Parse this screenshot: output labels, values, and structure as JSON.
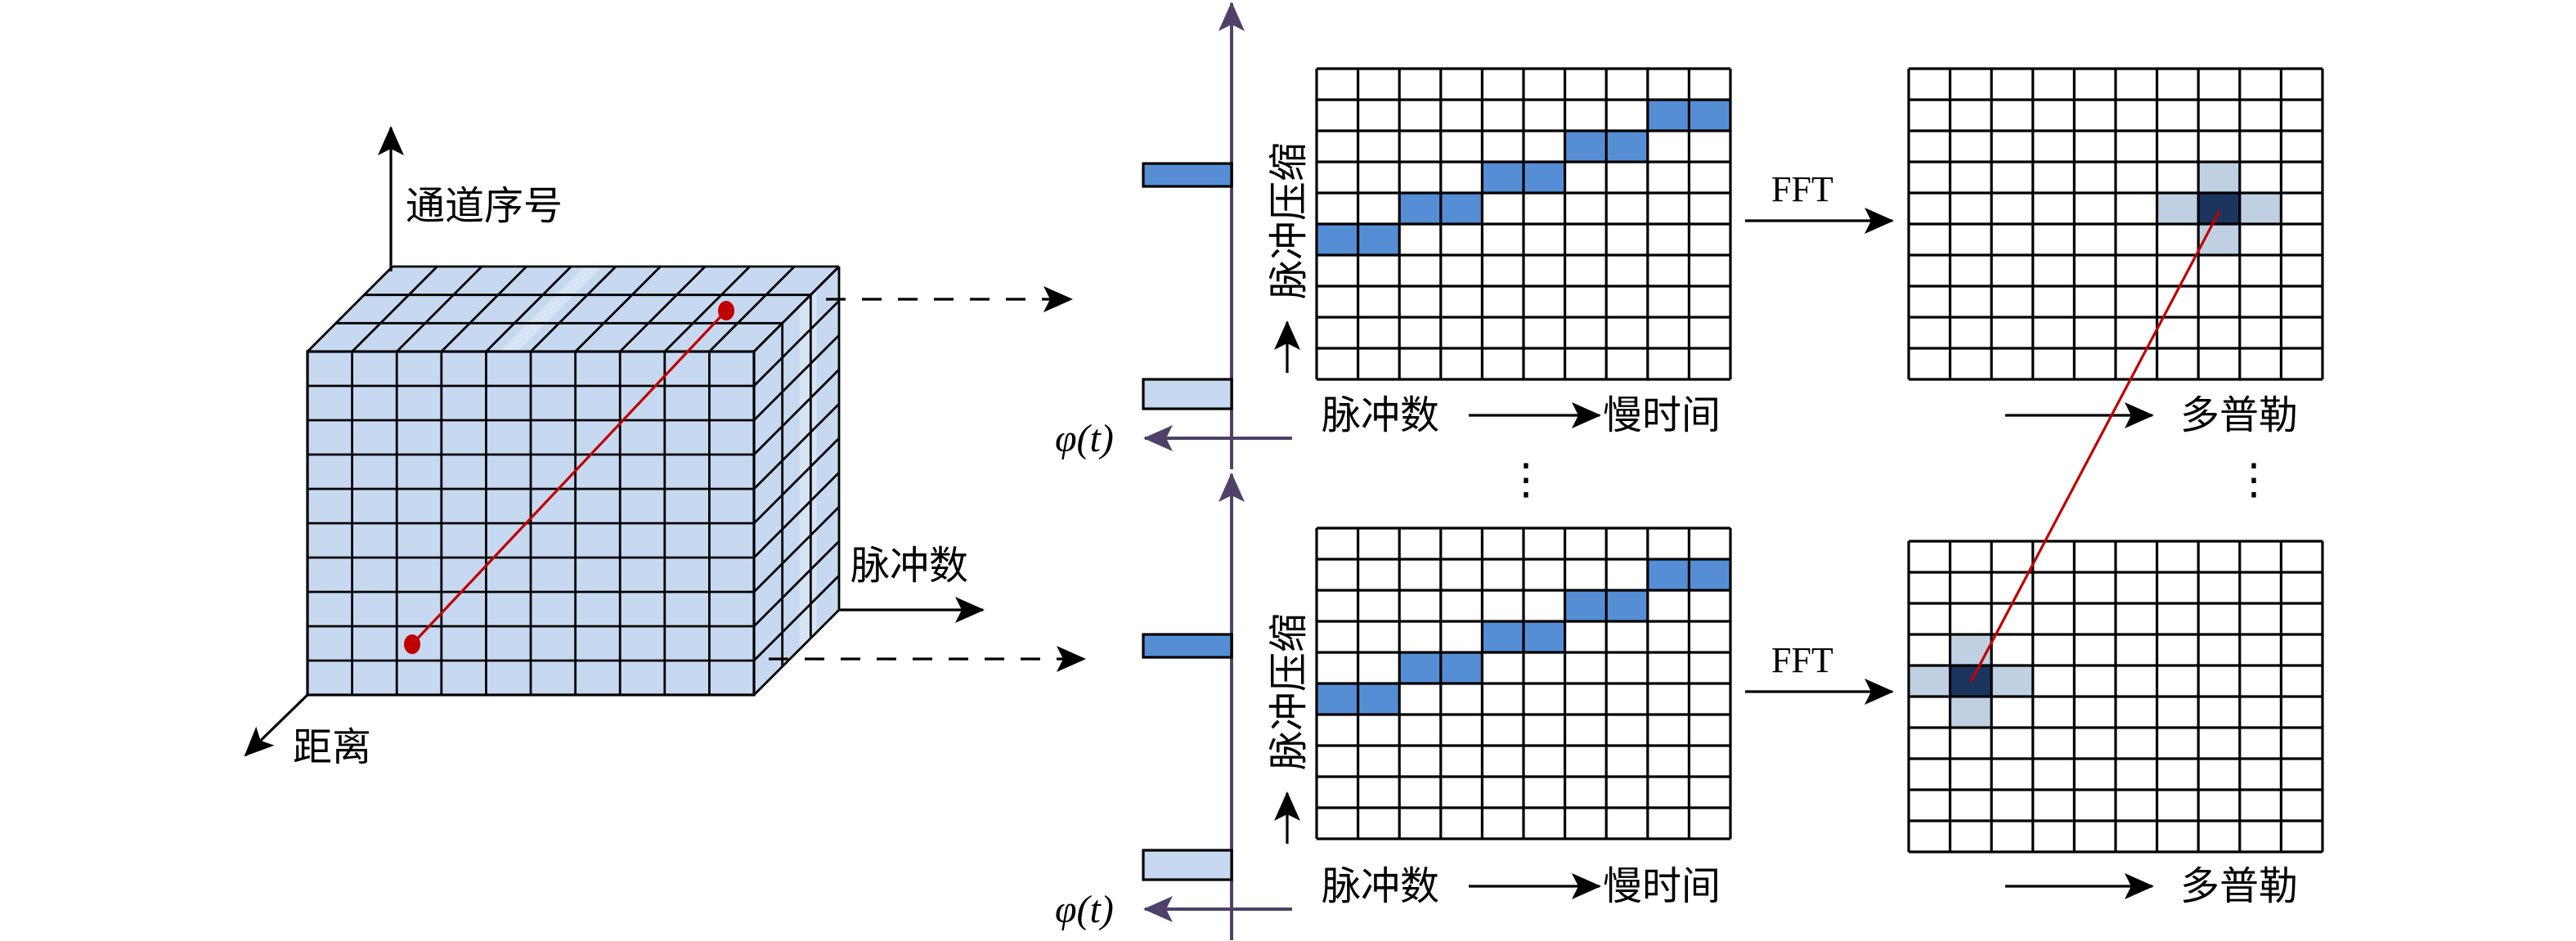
{
  "colors": {
    "cube_fill": "#c6d9f0",
    "cube_highlight": "#d6e4f5",
    "pulse_cell": "#558ed5",
    "doppler_peak": "#1c355e",
    "doppler_side": "#bed0e2",
    "target_line": "#c00000",
    "phase_axis": "#4f4169",
    "phase_bar_strong": "#558ed5",
    "phase_bar_weak": "#c6d9f0",
    "grid_line": "#000000"
  },
  "cube": {
    "rows": 10,
    "cols": 10,
    "depth": 3,
    "axis_channel_label": "通道序号",
    "axis_pulse_label": "脉冲数",
    "axis_range_label": "距离"
  },
  "blocks": [
    {
      "id": "top",
      "phase_axis_label": "φ(t)",
      "range_compress_label": "脉冲压缩",
      "pulse_label": "脉冲数",
      "slow_time_label": "慢时间",
      "fft_label": "FFT",
      "doppler_label": "多普勒",
      "pulse_matrix": {
        "rows": 10,
        "cols": 10,
        "highlighted": [
          [
            1,
            8
          ],
          [
            1,
            9
          ],
          [
            2,
            6
          ],
          [
            2,
            7
          ],
          [
            3,
            4
          ],
          [
            3,
            5
          ],
          [
            4,
            2
          ],
          [
            4,
            3
          ],
          [
            5,
            0
          ],
          [
            5,
            1
          ]
        ]
      },
      "doppler_matrix": {
        "rows": 10,
        "cols": 10,
        "peak": [
          4,
          7
        ],
        "sidelobes": [
          [
            3,
            7
          ],
          [
            5,
            7
          ],
          [
            4,
            6
          ],
          [
            4,
            8
          ]
        ]
      },
      "phase_bars": [
        "strong",
        "weak"
      ]
    },
    {
      "id": "bottom",
      "phase_axis_label": "φ(t)",
      "range_compress_label": "脉冲压缩",
      "pulse_label": "脉冲数",
      "slow_time_label": "慢时间",
      "fft_label": "FFT",
      "doppler_label": "多普勒",
      "pulse_matrix": {
        "rows": 10,
        "cols": 10,
        "highlighted": [
          [
            1,
            8
          ],
          [
            1,
            9
          ],
          [
            2,
            6
          ],
          [
            2,
            7
          ],
          [
            3,
            4
          ],
          [
            3,
            5
          ],
          [
            4,
            2
          ],
          [
            4,
            3
          ],
          [
            5,
            0
          ],
          [
            5,
            1
          ]
        ]
      },
      "doppler_matrix": {
        "rows": 10,
        "cols": 10,
        "peak": [
          4,
          1
        ],
        "sidelobes": [
          [
            3,
            1
          ],
          [
            5,
            1
          ],
          [
            4,
            0
          ],
          [
            4,
            2
          ]
        ]
      },
      "phase_bars": [
        "strong",
        "weak"
      ]
    }
  ],
  "ellipsis": "⋮"
}
